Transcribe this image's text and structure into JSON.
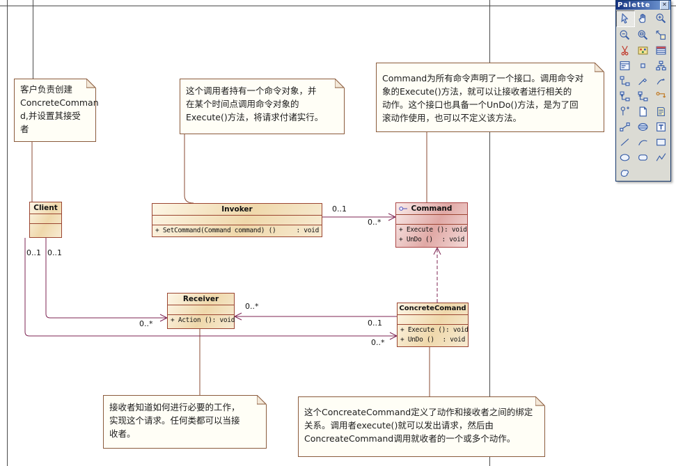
{
  "palette": {
    "title": "Palette",
    "tools": [
      {
        "name": "select-tool",
        "selected": true
      },
      {
        "name": "pan-tool"
      },
      {
        "name": "zoom-in-tool"
      },
      {
        "name": "zoom-out-tool"
      },
      {
        "name": "zoom-area-tool"
      },
      {
        "name": "locate-tool"
      },
      {
        "name": "cut-tool"
      },
      {
        "name": "color-palette-tool"
      },
      {
        "name": "table-tool"
      },
      {
        "name": "class-tool"
      },
      {
        "name": "object-tool"
      },
      {
        "name": "hierarchy-tool"
      },
      {
        "name": "association-tool"
      },
      {
        "name": "aggregation-tool"
      },
      {
        "name": "dependency-tool"
      },
      {
        "name": "composition-tool"
      },
      {
        "name": "generalization-tool"
      },
      {
        "name": "realization-tool"
      },
      {
        "name": "interface-tool"
      },
      {
        "name": "note-tool"
      },
      {
        "name": "note-text-tool"
      },
      {
        "name": "object-link-tool"
      },
      {
        "name": "package-tool"
      },
      {
        "name": "text-tool"
      },
      {
        "name": "line-tool"
      },
      {
        "name": "arc-tool"
      },
      {
        "name": "rect-tool"
      },
      {
        "name": "ellipse-tool"
      },
      {
        "name": "roundrect-tool"
      },
      {
        "name": "polyline-tool"
      },
      {
        "name": "freeform-tool"
      }
    ]
  },
  "classes": {
    "client": {
      "name": "Client"
    },
    "invoker": {
      "name": "Invoker",
      "ops": [
        {
          "sig": "+  SetCommand(Command command) ()",
          "ret": ": void"
        }
      ]
    },
    "command": {
      "name": "Command",
      "ops": [
        {
          "sig": "+  Execute ()",
          "ret": ": void"
        },
        {
          "sig": "+  UnDo ()",
          "ret": ": void"
        }
      ]
    },
    "receiver": {
      "name": "Receiver",
      "ops": [
        {
          "sig": "+  Action ()",
          "ret": ": void"
        }
      ]
    },
    "concrete": {
      "name": "ConcreteComand",
      "ops": [
        {
          "sig": "+  Execute ()",
          "ret": ": void"
        },
        {
          "sig": "+  UnDo ()",
          "ret": ": void"
        }
      ]
    }
  },
  "notes": {
    "client": "客户负责创建\nConcreteComman\nd,并设置其接受\n者",
    "invoker": "这个调用者持有一个命令对象，并\n在某个时间点调用命令对象的\nExecute()方法，将请求付诸实行。",
    "command": "Command为所有命令声明了一个接口。调用命令对\n象的Execute()方法，就可以让接收者进行相关的\n动作。这个接口也具备一个UnDo()方法，是为了回\n滚动作使用，也可以不定义该方法。",
    "receiver": "接收者知道如何进行必要的工作，\n实现这个请求。任何类都可以当接\n收者。",
    "concrete": "这个ConcreateCommand定义了动作和接收者之间的绑定\n关系。调用者execute()就可以发出请求，然后由\nConcreateCommand调用就收者的一个或多个动作。"
  },
  "multiplicities": {
    "invoker_command_src": "0..1",
    "invoker_command_dst": "0..*",
    "client_concrete_src": "0..1",
    "client_receiver_src": "0..1",
    "client_receiver_dst": "0..*",
    "client_concrete_dst": "0..*",
    "concrete_receiver_dst": "0..*",
    "concrete_receiver_src": "0..1"
  },
  "colors": {
    "class_fill": "#efd8ab",
    "class_border": "#9a4430",
    "interface_fill": "#e0a8a5",
    "interface_border": "#aa4444",
    "association_line": "#7d2352",
    "note_link_line": "#8a4a32",
    "note_fill": "#fffef6",
    "note_border": "#8a5a3b",
    "palette_title_bg": "#15327f"
  }
}
